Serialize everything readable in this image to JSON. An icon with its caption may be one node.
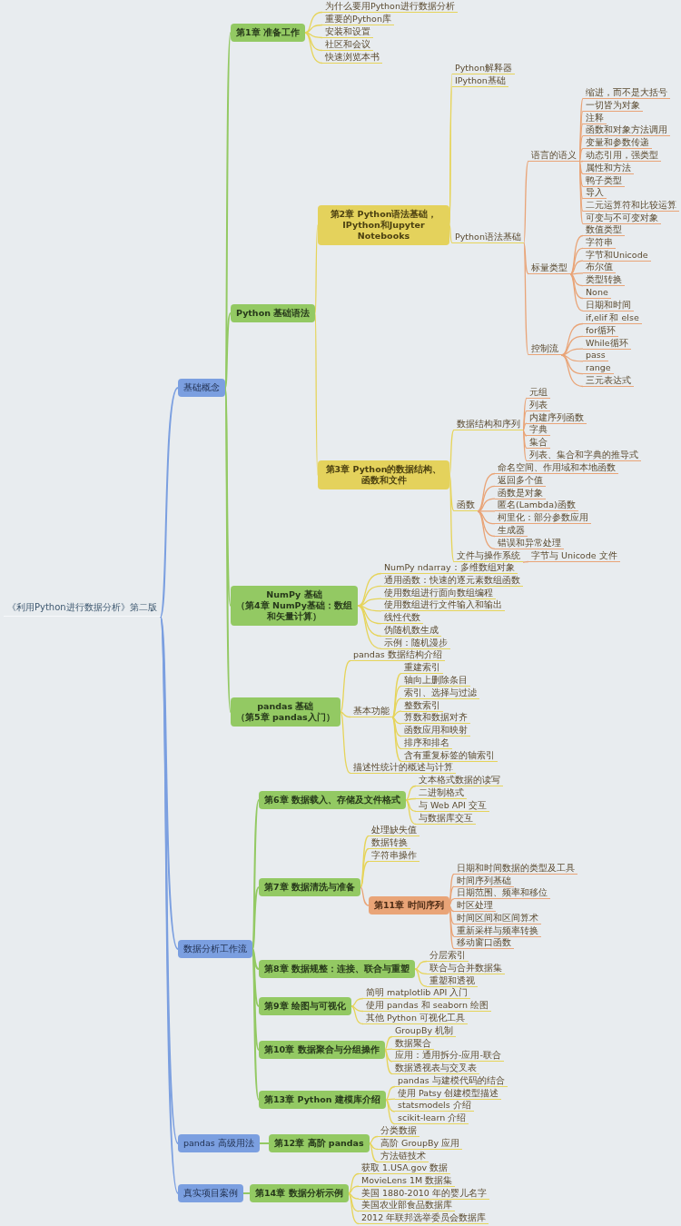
{
  "diagram": {
    "nodes": [
      {
        "text": [
          "《利用Python进行数据分析》第二版"
        ]
      },
      {
        "text": [
          "基础概念"
        ]
      },
      {
        "text": [
          "第1章 准备工作"
        ]
      },
      {
        "text": [
          "为什么要用Python进行数据分析"
        ]
      },
      {
        "text": [
          "重要的Python库"
        ]
      },
      {
        "text": [
          "安装和设置"
        ]
      },
      {
        "text": [
          "社区和会议"
        ]
      },
      {
        "text": [
          "快速浏览本书"
        ]
      },
      {
        "text": [
          "Python 基础语法"
        ]
      },
      {
        "text": [
          "第2章 Python语法基础，IPython和Jupyter Notebooks"
        ]
      },
      {
        "text": [
          "Python解释器"
        ]
      },
      {
        "text": [
          "IPython基础"
        ]
      },
      {
        "text": [
          "Python语法基础"
        ]
      },
      {
        "text": [
          "语言的语义"
        ]
      },
      {
        "text": [
          "缩进，而不是大括号"
        ]
      },
      {
        "text": [
          "一切皆为对象"
        ]
      },
      {
        "text": [
          "注释"
        ]
      },
      {
        "text": [
          "函数和对象方法调用"
        ]
      },
      {
        "text": [
          "变量和参数传递"
        ]
      },
      {
        "text": [
          "动态引用，强类型"
        ]
      },
      {
        "text": [
          "属性和方法"
        ]
      },
      {
        "text": [
          "鸭子类型"
        ]
      },
      {
        "text": [
          "导入"
        ]
      },
      {
        "text": [
          "二元运算符和比较运算"
        ]
      },
      {
        "text": [
          "可变与不可变对象"
        ]
      },
      {
        "text": [
          "标量类型"
        ]
      },
      {
        "text": [
          "数值类型"
        ]
      },
      {
        "text": [
          "字符串"
        ]
      },
      {
        "text": [
          "字节和Unicode"
        ]
      },
      {
        "text": [
          "布尔值"
        ]
      },
      {
        "text": [
          "类型转换"
        ]
      },
      {
        "text": [
          "None"
        ]
      },
      {
        "text": [
          "日期和时间"
        ]
      },
      {
        "text": [
          "控制流"
        ]
      },
      {
        "text": [
          "if,elif 和 else"
        ]
      },
      {
        "text": [
          "for循环"
        ]
      },
      {
        "text": [
          "While循环"
        ]
      },
      {
        "text": [
          "pass"
        ]
      },
      {
        "text": [
          "range"
        ]
      },
      {
        "text": [
          "三元表达式"
        ]
      },
      {
        "text": [
          "第3章 Python的数据结构、函数和文件"
        ]
      },
      {
        "text": [
          "数据结构和序列"
        ]
      },
      {
        "text": [
          "元组"
        ]
      },
      {
        "text": [
          "列表"
        ]
      },
      {
        "text": [
          "内建序列函数"
        ]
      },
      {
        "text": [
          "字典"
        ]
      },
      {
        "text": [
          "集合"
        ]
      },
      {
        "text": [
          "列表、集合和字典的推导式"
        ]
      },
      {
        "text": [
          "函数"
        ]
      },
      {
        "text": [
          "命名空间、作用域和本地函数"
        ]
      },
      {
        "text": [
          "返回多个值"
        ]
      },
      {
        "text": [
          "函数是对象"
        ]
      },
      {
        "text": [
          "匿名(Lambda)函数"
        ]
      },
      {
        "text": [
          "柯里化：部分参数应用"
        ]
      },
      {
        "text": [
          "生成器"
        ]
      },
      {
        "text": [
          "错误和异常处理"
        ]
      },
      {
        "text": [
          "文件与操作系统"
        ]
      },
      {
        "text": [
          "字节与 Unicode 文件"
        ]
      },
      {
        "text": [
          "NumPy 基础",
          "（第4章 NumPy基础：数组和矢量计算）"
        ]
      },
      {
        "text": [
          "NumPy ndarray：多维数组对象"
        ]
      },
      {
        "text": [
          "通用函数：快速的逐元素数组函数"
        ]
      },
      {
        "text": [
          "使用数组进行面向数组编程"
        ]
      },
      {
        "text": [
          "使用数组进行文件输入和输出"
        ]
      },
      {
        "text": [
          "线性代数"
        ]
      },
      {
        "text": [
          "伪随机数生成"
        ]
      },
      {
        "text": [
          "示例：随机漫步"
        ]
      },
      {
        "text": [
          "pandas 基础",
          "（第5章 pandas入门）"
        ]
      },
      {
        "text": [
          "pandas 数据结构介绍"
        ]
      },
      {
        "text": [
          "基本功能"
        ]
      },
      {
        "text": [
          "重建索引"
        ]
      },
      {
        "text": [
          "轴向上删除条目"
        ]
      },
      {
        "text": [
          "索引、选择与过滤"
        ]
      },
      {
        "text": [
          "整数索引"
        ]
      },
      {
        "text": [
          "算数和数据对齐"
        ]
      },
      {
        "text": [
          "函数应用和映射"
        ]
      },
      {
        "text": [
          "排序和排名"
        ]
      },
      {
        "text": [
          "含有重复标签的轴索引"
        ]
      },
      {
        "text": [
          "描述性统计的概述与计算"
        ]
      },
      {
        "text": [
          "数据分析工作流"
        ]
      },
      {
        "text": [
          "第6章 数据载入、存储及文件格式"
        ]
      },
      {
        "text": [
          "文本格式数据的读写"
        ]
      },
      {
        "text": [
          "二进制格式"
        ]
      },
      {
        "text": [
          "与 Web API 交互"
        ]
      },
      {
        "text": [
          "与数据库交互"
        ]
      },
      {
        "text": [
          "第7章 数据清洗与准备"
        ]
      },
      {
        "text": [
          "处理缺失值"
        ]
      },
      {
        "text": [
          "数据转换"
        ]
      },
      {
        "text": [
          "字符串操作"
        ]
      },
      {
        "text": [
          "第11章 时间序列"
        ]
      },
      {
        "text": [
          "日期和时间数据的类型及工具"
        ]
      },
      {
        "text": [
          "时间序列基础"
        ]
      },
      {
        "text": [
          "日期范围、频率和移位"
        ]
      },
      {
        "text": [
          "时区处理"
        ]
      },
      {
        "text": [
          "时间区间和区间算术"
        ]
      },
      {
        "text": [
          "重新采样与频率转换"
        ]
      },
      {
        "text": [
          "移动窗口函数"
        ]
      },
      {
        "text": [
          "第8章 数据规整：连接、联合与重塑"
        ]
      },
      {
        "text": [
          "分层索引"
        ]
      },
      {
        "text": [
          "联合与合并数据集"
        ]
      },
      {
        "text": [
          "重塑和透视"
        ]
      },
      {
        "text": [
          "第9章 绘图与可视化"
        ]
      },
      {
        "text": [
          "简明 matplotlib API 入门"
        ]
      },
      {
        "text": [
          "使用 pandas 和 seaborn 绘图"
        ]
      },
      {
        "text": [
          "其他 Python 可视化工具"
        ]
      },
      {
        "text": [
          "第10章 数据聚合与分组操作"
        ]
      },
      {
        "text": [
          "GroupBy 机制"
        ]
      },
      {
        "text": [
          "数据聚合"
        ]
      },
      {
        "text": [
          "应用：通用拆分-应用-联合"
        ]
      },
      {
        "text": [
          "数据透视表与交叉表"
        ]
      },
      {
        "text": [
          "第13章 Python 建模库介绍"
        ]
      },
      {
        "text": [
          "pandas 与建模代码的结合"
        ]
      },
      {
        "text": [
          "使用 Patsy 创建模型描述"
        ]
      },
      {
        "text": [
          "statsmodels 介绍"
        ]
      },
      {
        "text": [
          "scikit-learn 介绍"
        ]
      },
      {
        "text": [
          "pandas 高级用法"
        ]
      },
      {
        "text": [
          "第12章 高阶 pandas"
        ]
      },
      {
        "text": [
          "分类数据"
        ]
      },
      {
        "text": [
          "高阶 GroupBy 应用"
        ]
      },
      {
        "text": [
          "方法链技术"
        ]
      },
      {
        "text": [
          "真实项目案例"
        ]
      },
      {
        "text": [
          "第14章 数据分析示例"
        ]
      },
      {
        "text": [
          "获取 1.USA.gov 数据"
        ]
      },
      {
        "text": [
          "MovieLens 1M 数据集"
        ]
      },
      {
        "text": [
          "美国 1880-2010 年的婴儿名字"
        ]
      },
      {
        "text": [
          "美国农业部食品数据库"
        ]
      },
      {
        "text": [
          "2012 年联邦选举委员会数据库"
        ]
      }
    ],
    "edges": [
      {
        "from": 0,
        "to": 1,
        "arrow": "none",
        "color": "#7b9fe0"
      },
      {
        "from": 0,
        "to": 78,
        "arrow": "none",
        "color": "#7b9fe0"
      },
      {
        "from": 0,
        "to": 114,
        "arrow": "none",
        "color": "#7b9fe0"
      },
      {
        "from": 0,
        "to": 119,
        "arrow": "none",
        "color": "#7b9fe0"
      },
      {
        "from": 1,
        "to": 2,
        "arrow": "none",
        "color": "#93c963"
      },
      {
        "from": 1,
        "to": 8,
        "arrow": "none",
        "color": "#93c963"
      },
      {
        "from": 1,
        "to": 58,
        "arrow": "none",
        "color": "#93c963"
      },
      {
        "from": 1,
        "to": 66,
        "arrow": "none",
        "color": "#93c963"
      },
      {
        "from": 2,
        "to": 3,
        "arrow": "none"
      },
      {
        "from": 2,
        "to": 4,
        "arrow": "none"
      },
      {
        "from": 2,
        "to": 5,
        "arrow": "none"
      },
      {
        "from": 2,
        "to": 6,
        "arrow": "none"
      },
      {
        "from": 2,
        "to": 7,
        "arrow": "none"
      },
      {
        "from": 8,
        "to": 9,
        "arrow": "none"
      },
      {
        "from": 8,
        "to": 40,
        "arrow": "none"
      },
      {
        "from": 9,
        "to": 10,
        "arrow": "none"
      },
      {
        "from": 9,
        "to": 11,
        "arrow": "none"
      },
      {
        "from": 9,
        "to": 12,
        "arrow": "none"
      },
      {
        "from": 12,
        "to": 13,
        "arrow": "none",
        "color": "#e9a477"
      },
      {
        "from": 12,
        "to": 25,
        "arrow": "none",
        "color": "#e9a477"
      },
      {
        "from": 12,
        "to": 33,
        "arrow": "none",
        "color": "#e9a477"
      },
      {
        "from": 13,
        "to": 14,
        "arrow": "none",
        "color": "#e9a477"
      },
      {
        "from": 13,
        "to": 15,
        "arrow": "none",
        "color": "#e9a477"
      },
      {
        "from": 13,
        "to": 16,
        "arrow": "none",
        "color": "#e9a477"
      },
      {
        "from": 13,
        "to": 17,
        "arrow": "none",
        "color": "#e9a477"
      },
      {
        "from": 13,
        "to": 18,
        "arrow": "none",
        "color": "#e9a477"
      },
      {
        "from": 13,
        "to": 19,
        "arrow": "none",
        "color": "#e9a477"
      },
      {
        "from": 13,
        "to": 20,
        "arrow": "none",
        "color": "#e9a477"
      },
      {
        "from": 13,
        "to": 21,
        "arrow": "none",
        "color": "#e9a477"
      },
      {
        "from": 13,
        "to": 22,
        "arrow": "none",
        "color": "#e9a477"
      },
      {
        "from": 13,
        "to": 23,
        "arrow": "none",
        "color": "#e9a477"
      },
      {
        "from": 13,
        "to": 24,
        "arrow": "none",
        "color": "#e9a477"
      },
      {
        "from": 25,
        "to": 26,
        "arrow": "none",
        "color": "#e9a477"
      },
      {
        "from": 25,
        "to": 27,
        "arrow": "none",
        "color": "#e9a477"
      },
      {
        "from": 25,
        "to": 28,
        "arrow": "none",
        "color": "#e9a477"
      },
      {
        "from": 25,
        "to": 29,
        "arrow": "none",
        "color": "#e9a477"
      },
      {
        "from": 25,
        "to": 30,
        "arrow": "none",
        "color": "#e9a477"
      },
      {
        "from": 25,
        "to": 31,
        "arrow": "none",
        "color": "#e9a477"
      },
      {
        "from": 25,
        "to": 32,
        "arrow": "none",
        "color": "#e9a477"
      },
      {
        "from": 33,
        "to": 34,
        "arrow": "none",
        "color": "#e9a477"
      },
      {
        "from": 33,
        "to": 35,
        "arrow": "none",
        "color": "#e9a477"
      },
      {
        "from": 33,
        "to": 36,
        "arrow": "none",
        "color": "#e9a477"
      },
      {
        "from": 33,
        "to": 37,
        "arrow": "none",
        "color": "#e9a477"
      },
      {
        "from": 33,
        "to": 38,
        "arrow": "none",
        "color": "#e9a477"
      },
      {
        "from": 33,
        "to": 39,
        "arrow": "none",
        "color": "#e9a477"
      },
      {
        "from": 40,
        "to": 41,
        "arrow": "none"
      },
      {
        "from": 40,
        "to": 48,
        "arrow": "none"
      },
      {
        "from": 40,
        "to": 56,
        "arrow": "none"
      },
      {
        "from": 41,
        "to": 42,
        "arrow": "none",
        "color": "#e9a477"
      },
      {
        "from": 41,
        "to": 43,
        "arrow": "none",
        "color": "#e9a477"
      },
      {
        "from": 41,
        "to": 44,
        "arrow": "none",
        "color": "#e9a477"
      },
      {
        "from": 41,
        "to": 45,
        "arrow": "none",
        "color": "#e9a477"
      },
      {
        "from": 41,
        "to": 46,
        "arrow": "none",
        "color": "#e9a477"
      },
      {
        "from": 41,
        "to": 47,
        "arrow": "none",
        "color": "#e9a477"
      },
      {
        "from": 48,
        "to": 49,
        "arrow": "none",
        "color": "#e9a477"
      },
      {
        "from": 48,
        "to": 50,
        "arrow": "none",
        "color": "#e9a477"
      },
      {
        "from": 48,
        "to": 51,
        "arrow": "none",
        "color": "#e9a477"
      },
      {
        "from": 48,
        "to": 52,
        "arrow": "none",
        "color": "#e9a477"
      },
      {
        "from": 48,
        "to": 53,
        "arrow": "none",
        "color": "#e9a477"
      },
      {
        "from": 48,
        "to": 54,
        "arrow": "none",
        "color": "#e9a477"
      },
      {
        "from": 48,
        "to": 55,
        "arrow": "none",
        "color": "#e9a477"
      },
      {
        "from": 56,
        "to": 57,
        "arrow": "none",
        "color": "#e9a477"
      },
      {
        "from": 58,
        "to": 59,
        "arrow": "none"
      },
      {
        "from": 58,
        "to": 60,
        "arrow": "none"
      },
      {
        "from": 58,
        "to": 61,
        "arrow": "none"
      },
      {
        "from": 58,
        "to": 62,
        "arrow": "none"
      },
      {
        "from": 58,
        "to": 63,
        "arrow": "none"
      },
      {
        "from": 58,
        "to": 64,
        "arrow": "none"
      },
      {
        "from": 58,
        "to": 65,
        "arrow": "none"
      },
      {
        "from": 66,
        "to": 67,
        "arrow": "none"
      },
      {
        "from": 66,
        "to": 68,
        "arrow": "none"
      },
      {
        "from": 66,
        "to": 77,
        "arrow": "none"
      },
      {
        "from": 68,
        "to": 69,
        "arrow": "none"
      },
      {
        "from": 68,
        "to": 70,
        "arrow": "none"
      },
      {
        "from": 68,
        "to": 71,
        "arrow": "none"
      },
      {
        "from": 68,
        "to": 72,
        "arrow": "none"
      },
      {
        "from": 68,
        "to": 73,
        "arrow": "none"
      },
      {
        "from": 68,
        "to": 74,
        "arrow": "none"
      },
      {
        "from": 68,
        "to": 75,
        "arrow": "none"
      },
      {
        "from": 68,
        "to": 76,
        "arrow": "none"
      },
      {
        "from": 78,
        "to": 79,
        "arrow": "none",
        "color": "#93c963"
      },
      {
        "from": 78,
        "to": 84,
        "arrow": "none",
        "color": "#93c963"
      },
      {
        "from": 78,
        "to": 96,
        "arrow": "none",
        "color": "#93c963"
      },
      {
        "from": 78,
        "to": 100,
        "arrow": "none",
        "color": "#93c963"
      },
      {
        "from": 78,
        "to": 104,
        "arrow": "none",
        "color": "#93c963"
      },
      {
        "from": 78,
        "to": 109,
        "arrow": "none",
        "color": "#93c963"
      },
      {
        "from": 79,
        "to": 80,
        "arrow": "none"
      },
      {
        "from": 79,
        "to": 81,
        "arrow": "none"
      },
      {
        "from": 79,
        "to": 82,
        "arrow": "none"
      },
      {
        "from": 79,
        "to": 83,
        "arrow": "none"
      },
      {
        "from": 84,
        "to": 85,
        "arrow": "none"
      },
      {
        "from": 84,
        "to": 86,
        "arrow": "none"
      },
      {
        "from": 84,
        "to": 87,
        "arrow": "none"
      },
      {
        "from": 84,
        "to": 88,
        "arrow": "none",
        "color": "#e9a477"
      },
      {
        "from": 88,
        "to": 89,
        "arrow": "none",
        "color": "#e9a477"
      },
      {
        "from": 88,
        "to": 90,
        "arrow": "none",
        "color": "#e9a477"
      },
      {
        "from": 88,
        "to": 91,
        "arrow": "none",
        "color": "#e9a477"
      },
      {
        "from": 88,
        "to": 92,
        "arrow": "none",
        "color": "#e9a477"
      },
      {
        "from": 88,
        "to": 93,
        "arrow": "none",
        "color": "#e9a477"
      },
      {
        "from": 88,
        "to": 94,
        "arrow": "none",
        "color": "#e9a477"
      },
      {
        "from": 88,
        "to": 95,
        "arrow": "none",
        "color": "#e9a477"
      },
      {
        "from": 96,
        "to": 97,
        "arrow": "none"
      },
      {
        "from": 96,
        "to": 98,
        "arrow": "none"
      },
      {
        "from": 96,
        "to": 99,
        "arrow": "none"
      },
      {
        "from": 100,
        "to": 101,
        "arrow": "none"
      },
      {
        "from": 100,
        "to": 102,
        "arrow": "none"
      },
      {
        "from": 100,
        "to": 103,
        "arrow": "none"
      },
      {
        "from": 104,
        "to": 105,
        "arrow": "none"
      },
      {
        "from": 104,
        "to": 106,
        "arrow": "none"
      },
      {
        "from": 104,
        "to": 107,
        "arrow": "none"
      },
      {
        "from": 104,
        "to": 108,
        "arrow": "none"
      },
      {
        "from": 109,
        "to": 110,
        "arrow": "none"
      },
      {
        "from": 109,
        "to": 111,
        "arrow": "none"
      },
      {
        "from": 109,
        "to": 112,
        "arrow": "none"
      },
      {
        "from": 109,
        "to": 113,
        "arrow": "none"
      },
      {
        "from": 114,
        "to": 115,
        "arrow": "none",
        "color": "#93c963"
      },
      {
        "from": 115,
        "to": 116,
        "arrow": "none"
      },
      {
        "from": 115,
        "to": 117,
        "arrow": "none"
      },
      {
        "from": 115,
        "to": 118,
        "arrow": "none"
      },
      {
        "from": 119,
        "to": 120,
        "arrow": "none",
        "color": "#93c963"
      },
      {
        "from": 120,
        "to": 121,
        "arrow": "none"
      },
      {
        "from": 120,
        "to": 122,
        "arrow": "none"
      },
      {
        "from": 120,
        "to": 123,
        "arrow": "none"
      },
      {
        "from": 120,
        "to": 124,
        "arrow": "none"
      },
      {
        "from": 120,
        "to": 125,
        "arrow": "none"
      }
    ]
  }
}
